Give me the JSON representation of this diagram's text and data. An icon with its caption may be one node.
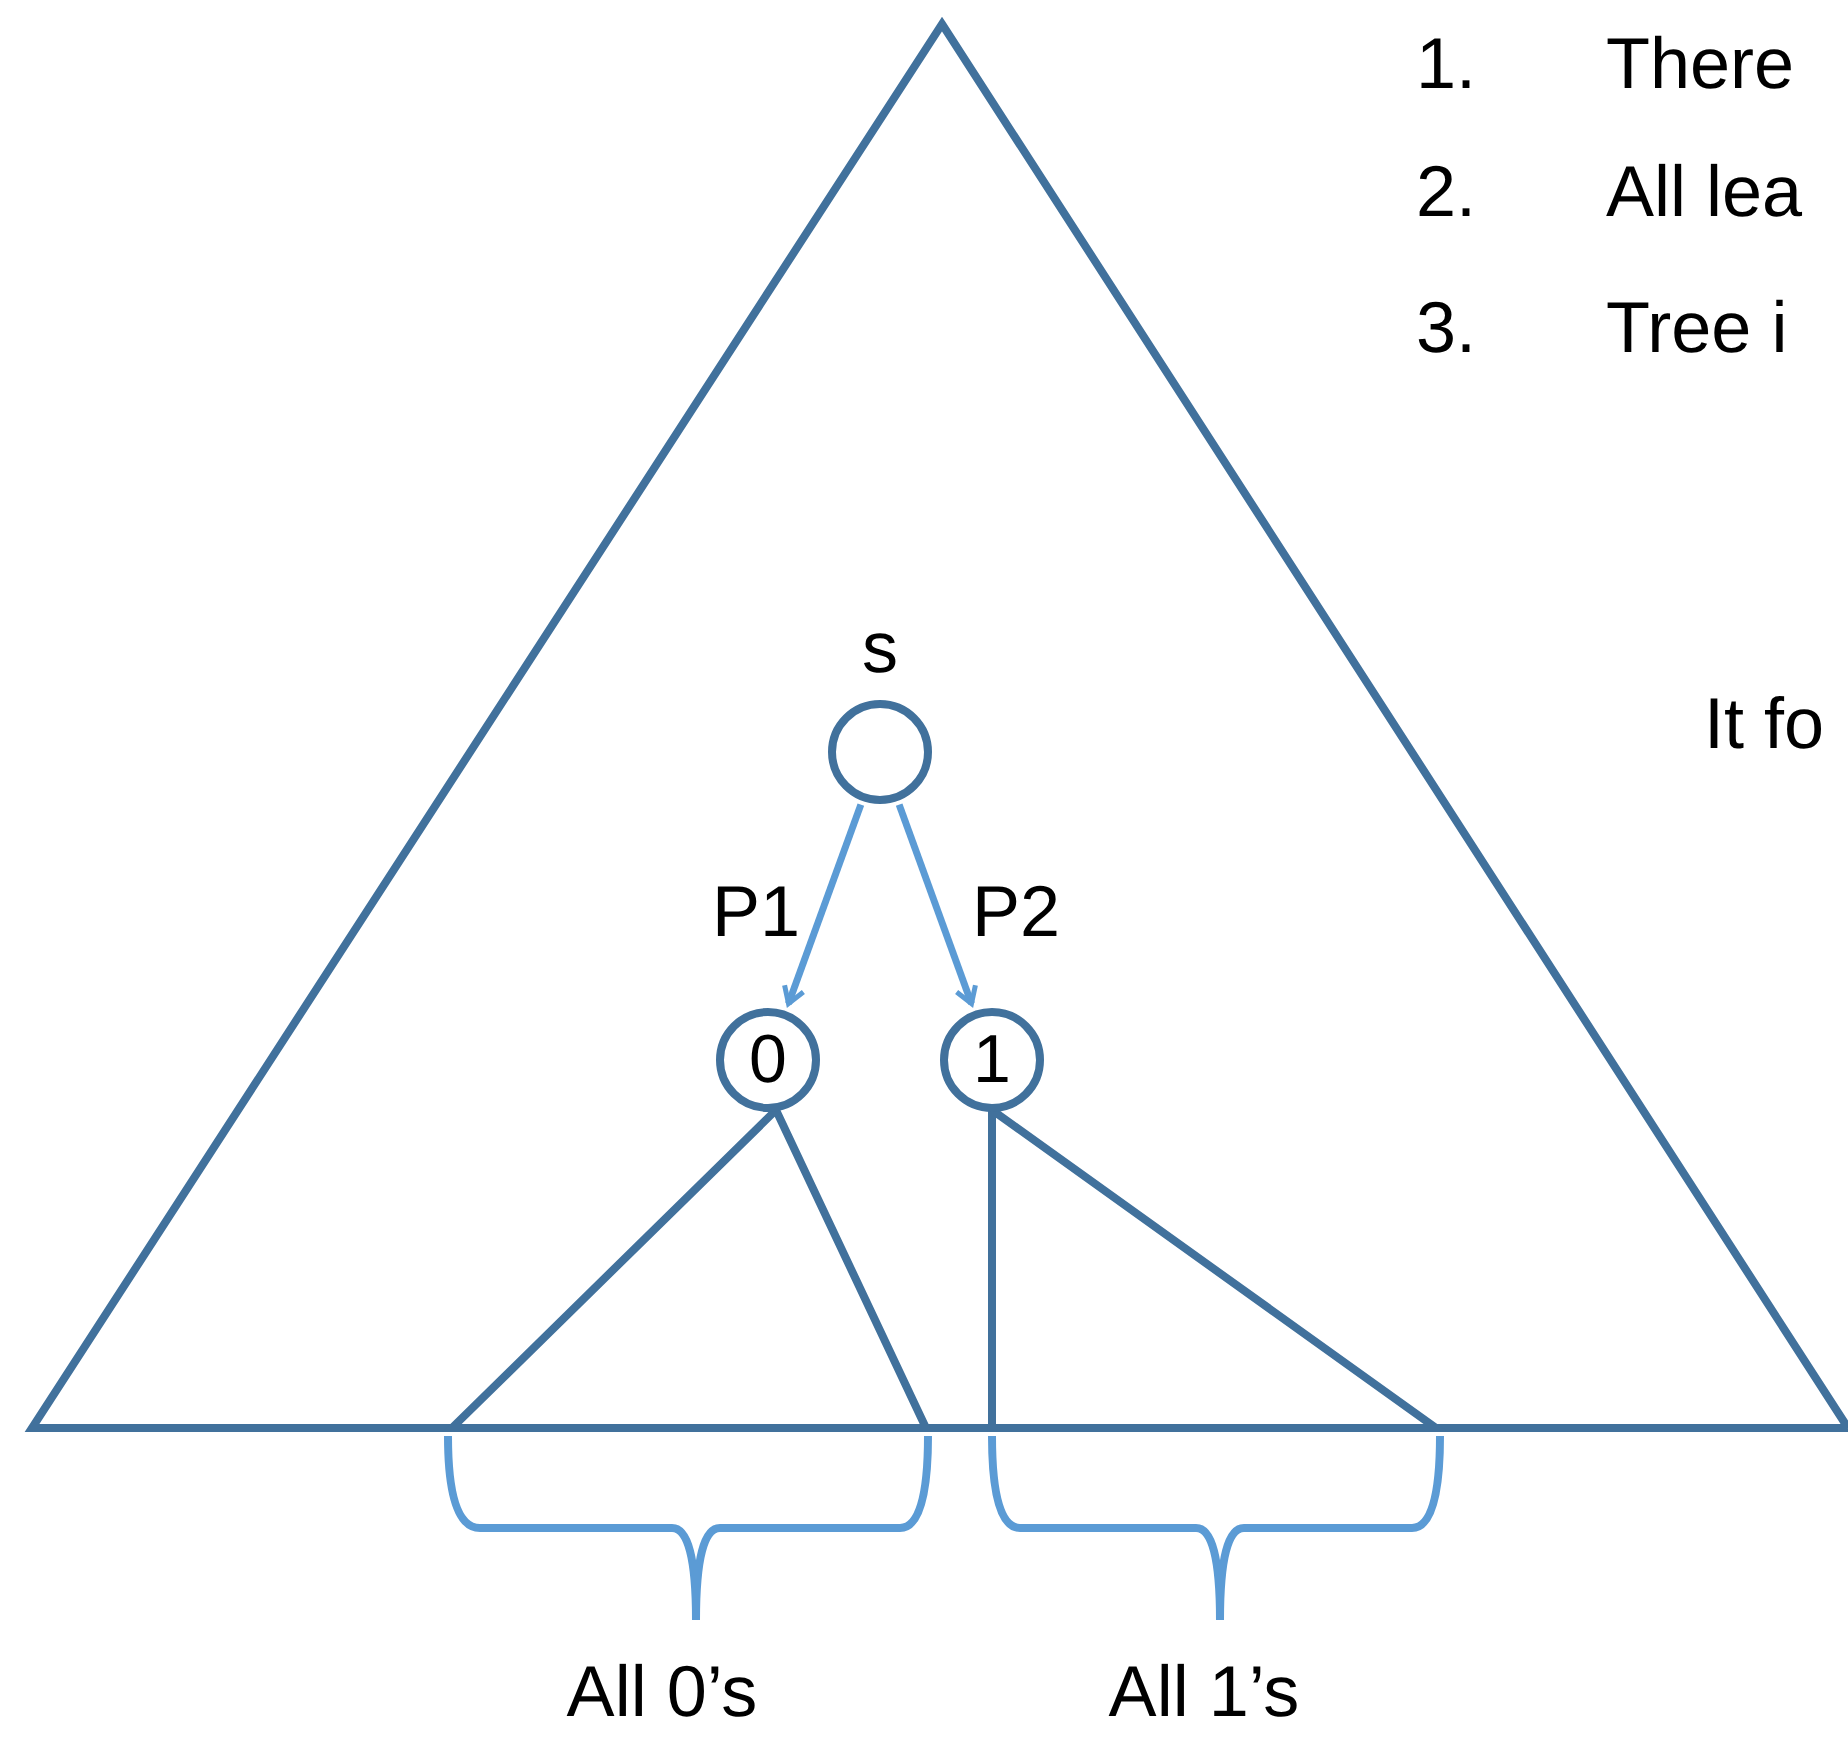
{
  "diagram": {
    "nodes": [
      {
        "text": [
          "s"
        ]
      },
      {
        "text": [
          "0"
        ]
      },
      {
        "text": [
          "1"
        ]
      }
    ],
    "edges": [
      {
        "from": 0,
        "to": 1,
        "arrow": "to",
        "label": "P1"
      },
      {
        "from": 0,
        "to": 2,
        "arrow": "to",
        "label": "P2"
      }
    ],
    "labels": [
      "1.",
      "There",
      "2.",
      "All lea",
      "3.",
      "Tree i",
      "It fo",
      "All 0’s",
      "All 1’s"
    ]
  }
}
